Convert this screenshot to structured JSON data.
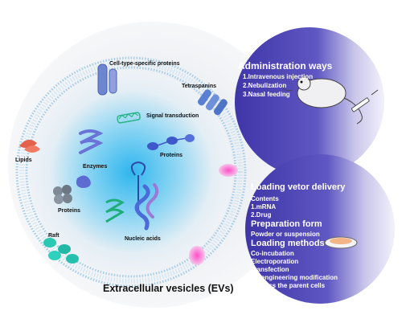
{
  "labels": {
    "cell_type_specific": "Cell-type-specific proteins",
    "tetraspanins": "Tetraspanins",
    "signal_transduction": "Signal transduction",
    "proteins_right": "Proteins",
    "enzymes": "Enzymes",
    "lipids": "Lipids",
    "proteins_left": "Proteins",
    "nucleic_acids": "Nucleic acids",
    "raft": "Raft"
  },
  "title": "Extracellular vesicles (EVs)",
  "administration": {
    "heading": "Administration ways",
    "items": [
      "1.Intravenous injection",
      "2.Nebulization",
      "3.Nasal feeding"
    ]
  },
  "loading": {
    "heading": "Loading vetor delivery",
    "contents_label": "Contents",
    "contents": [
      "1.mRNA",
      "2.Drug"
    ],
    "prep_heading": "Preparation form",
    "prep_value": "Powder or suspension",
    "methods_heading": "Loading methods",
    "methods": [
      "Co-incubation",
      "Electroporation",
      "Transfection",
      "Bioengineering modification",
      "Process the parent cells"
    ]
  },
  "colors": {
    "panel_purple": "#4a3fb0",
    "membrane": "#9ec8e6",
    "core": "#4cc4ee"
  }
}
